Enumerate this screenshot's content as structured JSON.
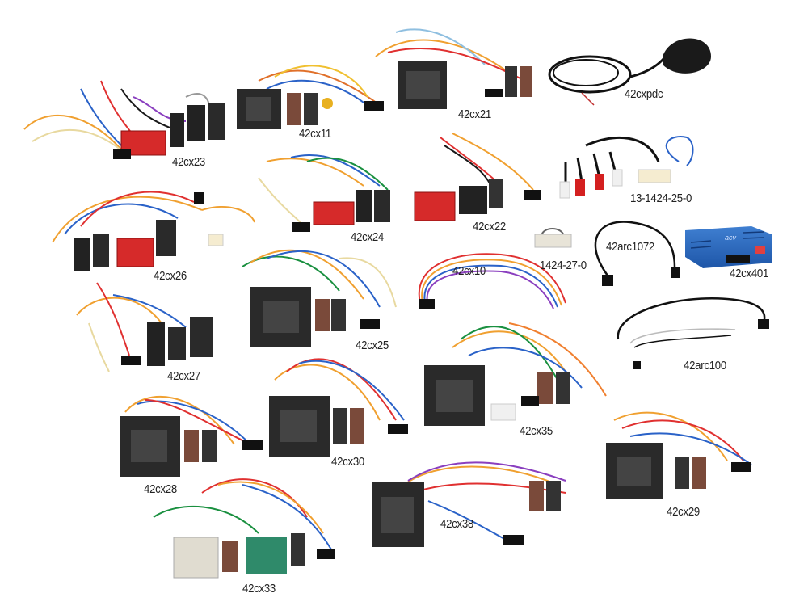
{
  "image": {
    "description": "Product photo collage of car radio wiring harnesses and adapters",
    "background_color": "#ffffff"
  },
  "products": [
    {
      "label": "42cx23",
      "kind": "harness-red"
    },
    {
      "label": "42cx11",
      "kind": "harness-black"
    },
    {
      "label": "42cx21",
      "kind": "harness-quadlock"
    },
    {
      "label": "42cxpdc",
      "kind": "microphone-cable"
    },
    {
      "label": "13-1424-25-0",
      "kind": "rca-adapter"
    },
    {
      "label": "42cx24",
      "kind": "harness-red"
    },
    {
      "label": "42cx22",
      "kind": "harness-red"
    },
    {
      "label": "42cx26",
      "kind": "harness-red"
    },
    {
      "label": "1424-27-0",
      "kind": "connector-white"
    },
    {
      "label": "42arc1072",
      "kind": "jack-cable"
    },
    {
      "label": "42cx401",
      "kind": "interface-box"
    },
    {
      "label": "42cx10",
      "kind": "ribbon-cable"
    },
    {
      "label": "42cx25",
      "kind": "harness-quadlock"
    },
    {
      "label": "42cx27",
      "kind": "harness-black"
    },
    {
      "label": "42arc100",
      "kind": "jack-cable"
    },
    {
      "label": "42cx35",
      "kind": "harness-quadlock"
    },
    {
      "label": "42cx30",
      "kind": "harness-quadlock"
    },
    {
      "label": "42cx28",
      "kind": "harness-quadlock"
    },
    {
      "label": "42cx29",
      "kind": "harness-quadlock"
    },
    {
      "label": "42cx38",
      "kind": "harness-quadlock"
    },
    {
      "label": "42cx33",
      "kind": "harness-green"
    }
  ],
  "box_logo": "acv"
}
